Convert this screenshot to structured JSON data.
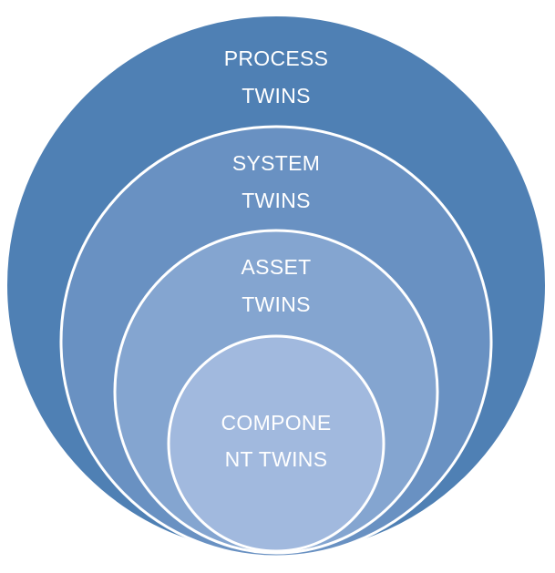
{
  "diagram": {
    "rings": [
      {
        "id": "process",
        "line1": "PROCESS",
        "line2": "TWINS",
        "color": "#4f80b4"
      },
      {
        "id": "system",
        "line1": "SYSTEM",
        "line2": "TWINS",
        "color": "#6991c2"
      },
      {
        "id": "asset",
        "line1": "ASSET",
        "line2": "TWINS",
        "color": "#84a5d0"
      },
      {
        "id": "component",
        "line1": "COMPONE",
        "line2": "NT TWINS",
        "color": "#a1b9de"
      }
    ],
    "outline_color": "#ffffff"
  }
}
